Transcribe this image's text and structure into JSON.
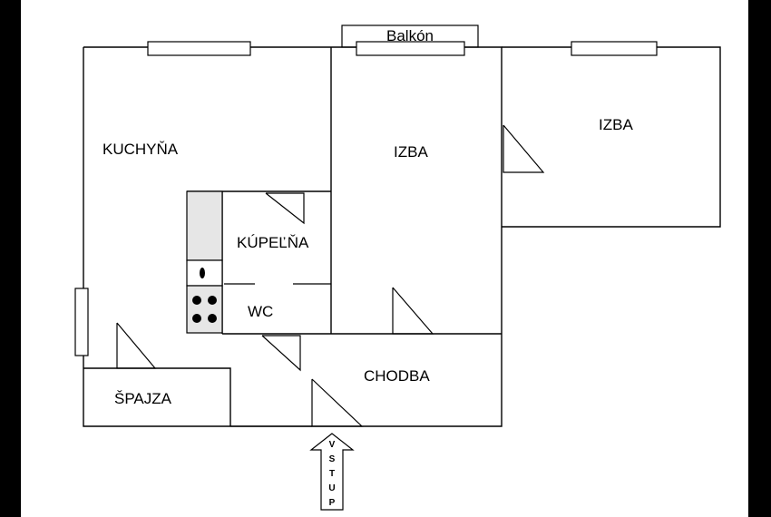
{
  "rooms": {
    "kitchen": "KUCHYŇA",
    "room_middle": "IZBA",
    "room_right": "IZBA",
    "bathroom": "KÚPEĽŇA",
    "wc": "WC",
    "pantry": "ŠPAJZA",
    "hallway": "CHODBA"
  },
  "balcony_label": "Balkón",
  "entrance_letters": [
    "V",
    "S",
    "T",
    "U",
    "P"
  ],
  "colors": {
    "background": "#000000",
    "plan": "#ffffff",
    "counter": "#e6e6e6"
  },
  "icons": [
    "sink-icon",
    "stove-icon",
    "entrance-arrow-icon"
  ]
}
